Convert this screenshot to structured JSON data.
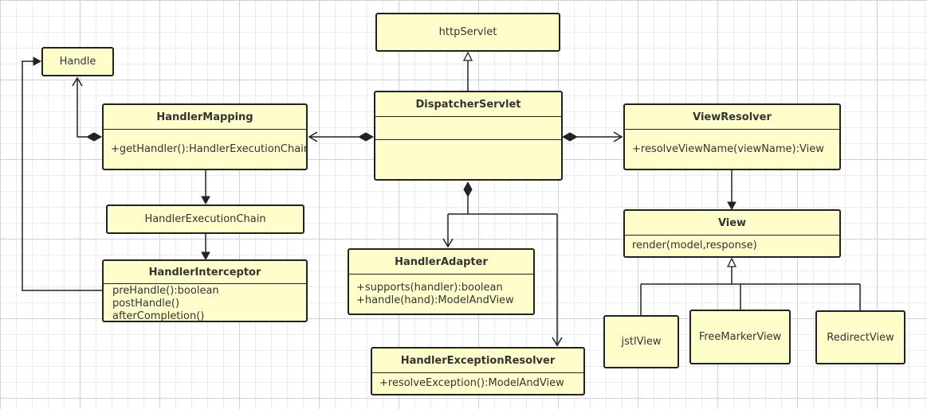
{
  "diagram": {
    "nodes": {
      "httpServlet": {
        "label": "httpServlet"
      },
      "handle": {
        "label": "Handle"
      },
      "dispatcherServlet": {
        "name": "DispatcherServlet"
      },
      "handlerMapping": {
        "name": "HandlerMapping",
        "operations": [
          "+getHandler():HandlerExecutionChain"
        ]
      },
      "viewResolver": {
        "name": "ViewResolver",
        "operations": [
          "+resolveViewName(viewName):View"
        ]
      },
      "handlerExecutionChain": {
        "label": "HandlerExecutionChain"
      },
      "handlerInterceptor": {
        "name": "HandlerInterceptor",
        "operations": [
          "preHandle():boolean",
          "postHandle()",
          "afterCompletion()"
        ]
      },
      "handlerAdapter": {
        "name": "HandlerAdapter",
        "operations": [
          "+supports(handler):boolean",
          "+handle(hand):ModelAndView"
        ]
      },
      "handlerExceptionResolver": {
        "name": "HandlerExceptionResolver",
        "operations": [
          "+resolveException():ModelAndView"
        ]
      },
      "view": {
        "name": "View",
        "operations": [
          "render(model,response)"
        ]
      },
      "jstlView": {
        "label": "jstlView"
      },
      "freeMarkerView": {
        "label": "FreeMarkerView"
      },
      "redirectView": {
        "label": "RedirectView"
      }
    },
    "relationships": [
      {
        "from": "dispatcherServlet",
        "to": "httpServlet",
        "type": "generalization"
      },
      {
        "from": "dispatcherServlet",
        "to": "handlerMapping",
        "type": "composition"
      },
      {
        "from": "dispatcherServlet",
        "to": "viewResolver",
        "type": "composition"
      },
      {
        "from": "dispatcherServlet",
        "to": "handlerAdapter",
        "type": "composition"
      },
      {
        "from": "dispatcherServlet",
        "to": "handlerExceptionResolver",
        "type": "composition"
      },
      {
        "from": "handlerMapping",
        "to": "handle",
        "type": "composition"
      },
      {
        "from": "handlerMapping",
        "to": "handlerExecutionChain",
        "type": "association"
      },
      {
        "from": "handlerExecutionChain",
        "to": "handlerInterceptor",
        "type": "association"
      },
      {
        "from": "handlerInterceptor",
        "to": "handle",
        "type": "association"
      },
      {
        "from": "viewResolver",
        "to": "view",
        "type": "association"
      },
      {
        "from": "jstlView",
        "to": "view",
        "type": "generalization"
      },
      {
        "from": "freeMarkerView",
        "to": "view",
        "type": "generalization"
      },
      {
        "from": "redirectView",
        "to": "view",
        "type": "generalization"
      }
    ]
  }
}
